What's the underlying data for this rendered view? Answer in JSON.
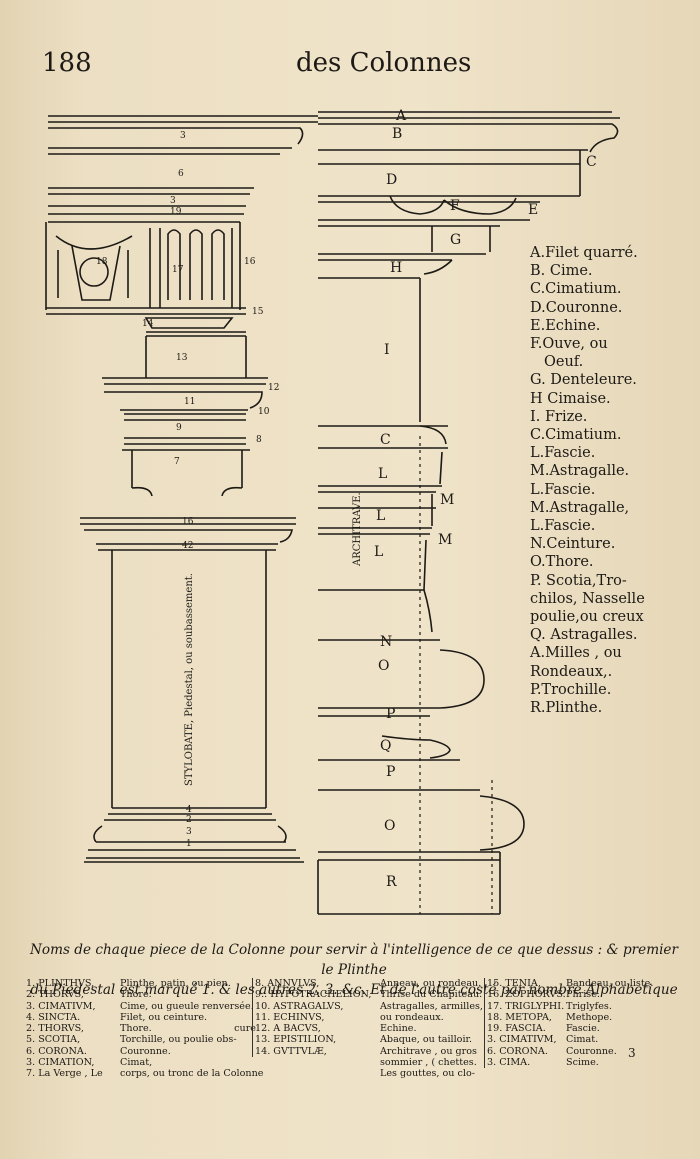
{
  "header": {
    "page_number": "188",
    "title": "des Colonnes"
  },
  "legend": [
    "A.Filet quarré.",
    "B. Cime.",
    "C.Cimatium.",
    "D.Couronne.",
    "E.Echine.",
    "F.Ouve, ou",
    "Oeuf.",
    "G. Denteleure.",
    "H Cimaise.",
    "I. Frize.",
    "C.Cimatium.",
    "L.Fascie.",
    "M.Astragalle.",
    "L.Fascie.",
    "M.Astragalle,",
    "L.Fascie.",
    "N.Ceinture.",
    "O.Thore.",
    "P. Scotia,Tro-",
    "chilos, Nasselle",
    "poulie,ou creux",
    "Q. Astragalles.",
    "A.Milles , ou",
    "Rondeaux,.",
    "P.Trochille.",
    "R.Plinthe."
  ],
  "drawing_labels": {
    "letters": [
      "A",
      "B",
      "C",
      "D",
      "E",
      "F",
      "G",
      "H",
      "I",
      "C",
      "L",
      "M",
      "L",
      "M",
      "L",
      "N",
      "O",
      "P",
      "Q",
      "P",
      "O",
      "R"
    ],
    "architrave": "ARCHITRAVE.",
    "stylobate": "STYLOBATE, Piedestal, ou soubassement.",
    "numbers": [
      "3",
      "6",
      "3",
      "19",
      "18",
      "17",
      "16",
      "15",
      "14",
      "13",
      "12",
      "11",
      "10",
      "9",
      "8",
      "7",
      "42",
      "16",
      "1",
      "3",
      "2",
      "4"
    ]
  },
  "caption": {
    "line1": "Noms de chaque piece de la Colonne pour servir à l'intelligence de ce que dessus : & premier le Plinthe",
    "line2": "du Piedestal est marqué 1. & les autres 2. 3. &c. Et de l'autre costé par nombre Alphabetique"
  },
  "names_table": {
    "col1": [
      "1. PLINTHVS,",
      "2. THORVS,",
      "3. CIMATIVM,",
      "4. SINCTA.",
      "2. THORVS,",
      "5. SCOTIA,",
      "6. CORONA.",
      "3. CIMATION,",
      "7. La Verge , Le"
    ],
    "col2": [
      "Plinthe, patin, ou pien.",
      "Thore.",
      "Cime, ou gueule renversée.",
      "Filet, ou ceinture.",
      "Thore.",
      "Torchille, ou poulie obs-",
      "Couronne.",
      "Cimat,",
      "corps, ou tronc de la Colonne"
    ],
    "col3": [
      "8. ANNVLVS,",
      "9.. HYPOTRACHELION,",
      "10. ASTRAGALVS,",
      "",
      "11. ECHINVS,",
      "12. A BACVS,",
      "13. EPISTILION,",
      "",
      "14. GVTTVLÆ,"
    ],
    "col4": [
      "Anneau, ou rondeau.",
      "Thrise du Chapiteau.",
      "Astragalles, armilles,",
      "ou rondeaux.",
      "Echine.",
      "Abaque, ou tailloir.",
      "Architrave , ou gros",
      "sommier , ( chettes.",
      "Les gouttes, ou clo-"
    ],
    "col5": [
      "15. TENIA,",
      "16. ZOPHORVS.",
      "17. TRIGLYPHI.",
      "18. METOPA,",
      "19. FASCIA.",
      "3. CIMATIVM,",
      "6. CORONA.",
      "3. CIMA."
    ],
    "col6": [
      "Bandeau, ou liste.",
      "Phrise.",
      "Triglyfes.",
      "Methope.",
      "Fascie.",
      "Cimat.",
      "Couronne.",
      "Scime."
    ],
    "cure_note": "cure",
    "corner_mark": "3"
  }
}
